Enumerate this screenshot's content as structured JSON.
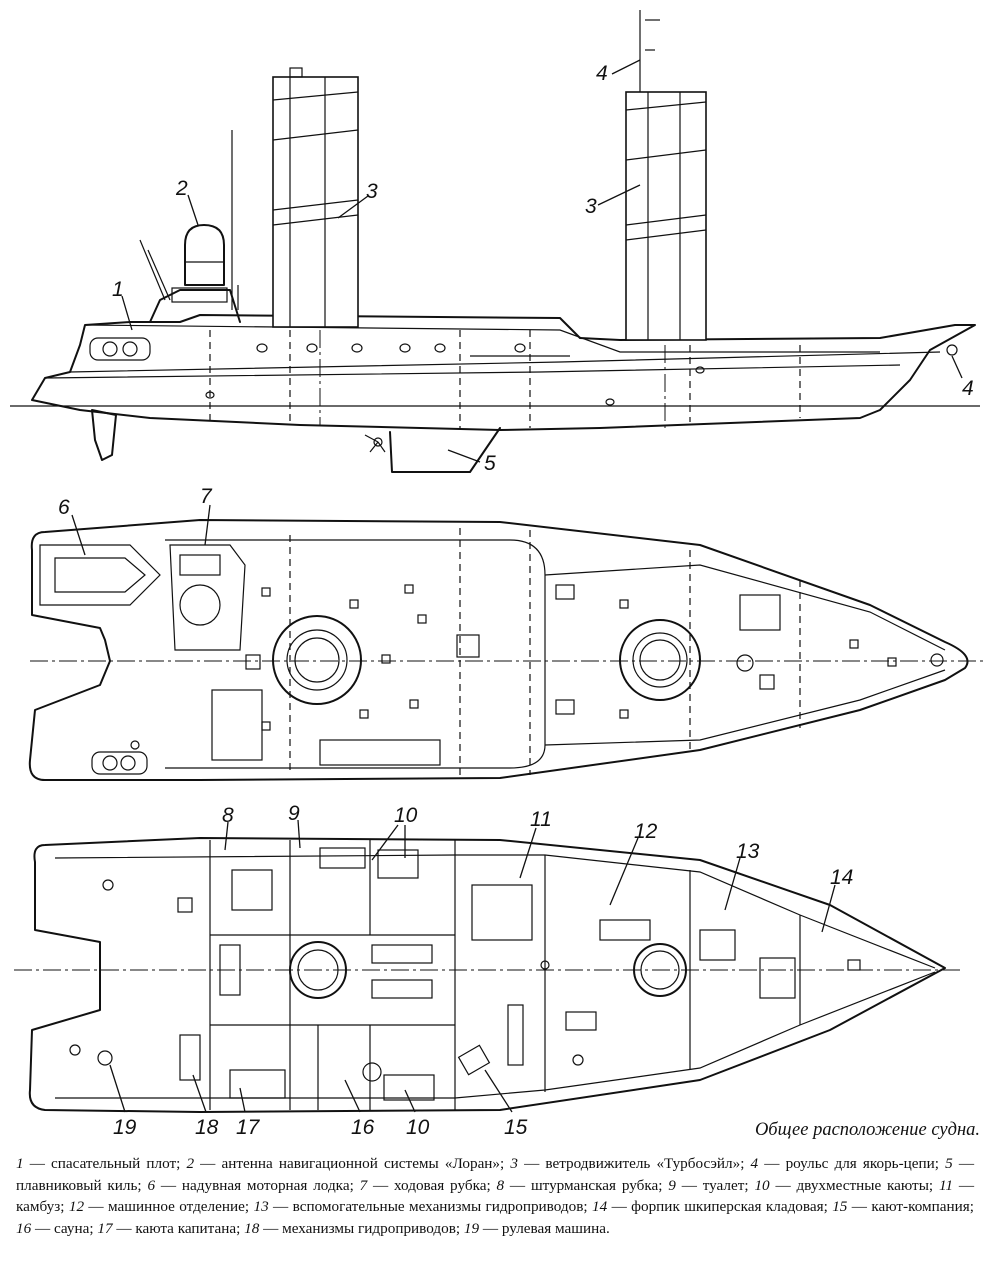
{
  "callouts": {
    "side": [
      "1",
      "2",
      "3",
      "3",
      "4",
      "4",
      "5"
    ],
    "deck": [
      "6",
      "7"
    ],
    "plan": [
      "8",
      "9",
      "10",
      "11",
      "12",
      "13",
      "14",
      "19",
      "18",
      "17",
      "16",
      "10",
      "15"
    ]
  },
  "caption": "Общее расположение судна.",
  "legend": [
    {
      "num": "1",
      "text": "спасательный плот"
    },
    {
      "num": "2",
      "text": "антенна навигационной системы «Лоран»"
    },
    {
      "num": "3",
      "text": "ветродвижитель «Турбосэйл»"
    },
    {
      "num": "4",
      "text": "роульс для якорь-цепи"
    },
    {
      "num": "5",
      "text": "плавниковый киль"
    },
    {
      "num": "6",
      "text": "надувная моторная лодка"
    },
    {
      "num": "7",
      "text": "ходовая рубка"
    },
    {
      "num": "8",
      "text": "штурманская рубка"
    },
    {
      "num": "9",
      "text": "туалет"
    },
    {
      "num": "10",
      "text": "двухместные каюты"
    },
    {
      "num": "11",
      "text": "камбуз"
    },
    {
      "num": "12",
      "text": "машинное отделение"
    },
    {
      "num": "13",
      "text": "вспомогательные механизмы гидроприводов"
    },
    {
      "num": "14",
      "text": "форпик шкиперская кладовая"
    },
    {
      "num": "15",
      "text": "кают-компания"
    },
    {
      "num": "16",
      "text": "сауна"
    },
    {
      "num": "17",
      "text": "каюта капитана"
    },
    {
      "num": "18",
      "text": "механизмы гидроприводов"
    },
    {
      "num": "19",
      "text": "рулевая машина"
    }
  ],
  "separator": " — "
}
